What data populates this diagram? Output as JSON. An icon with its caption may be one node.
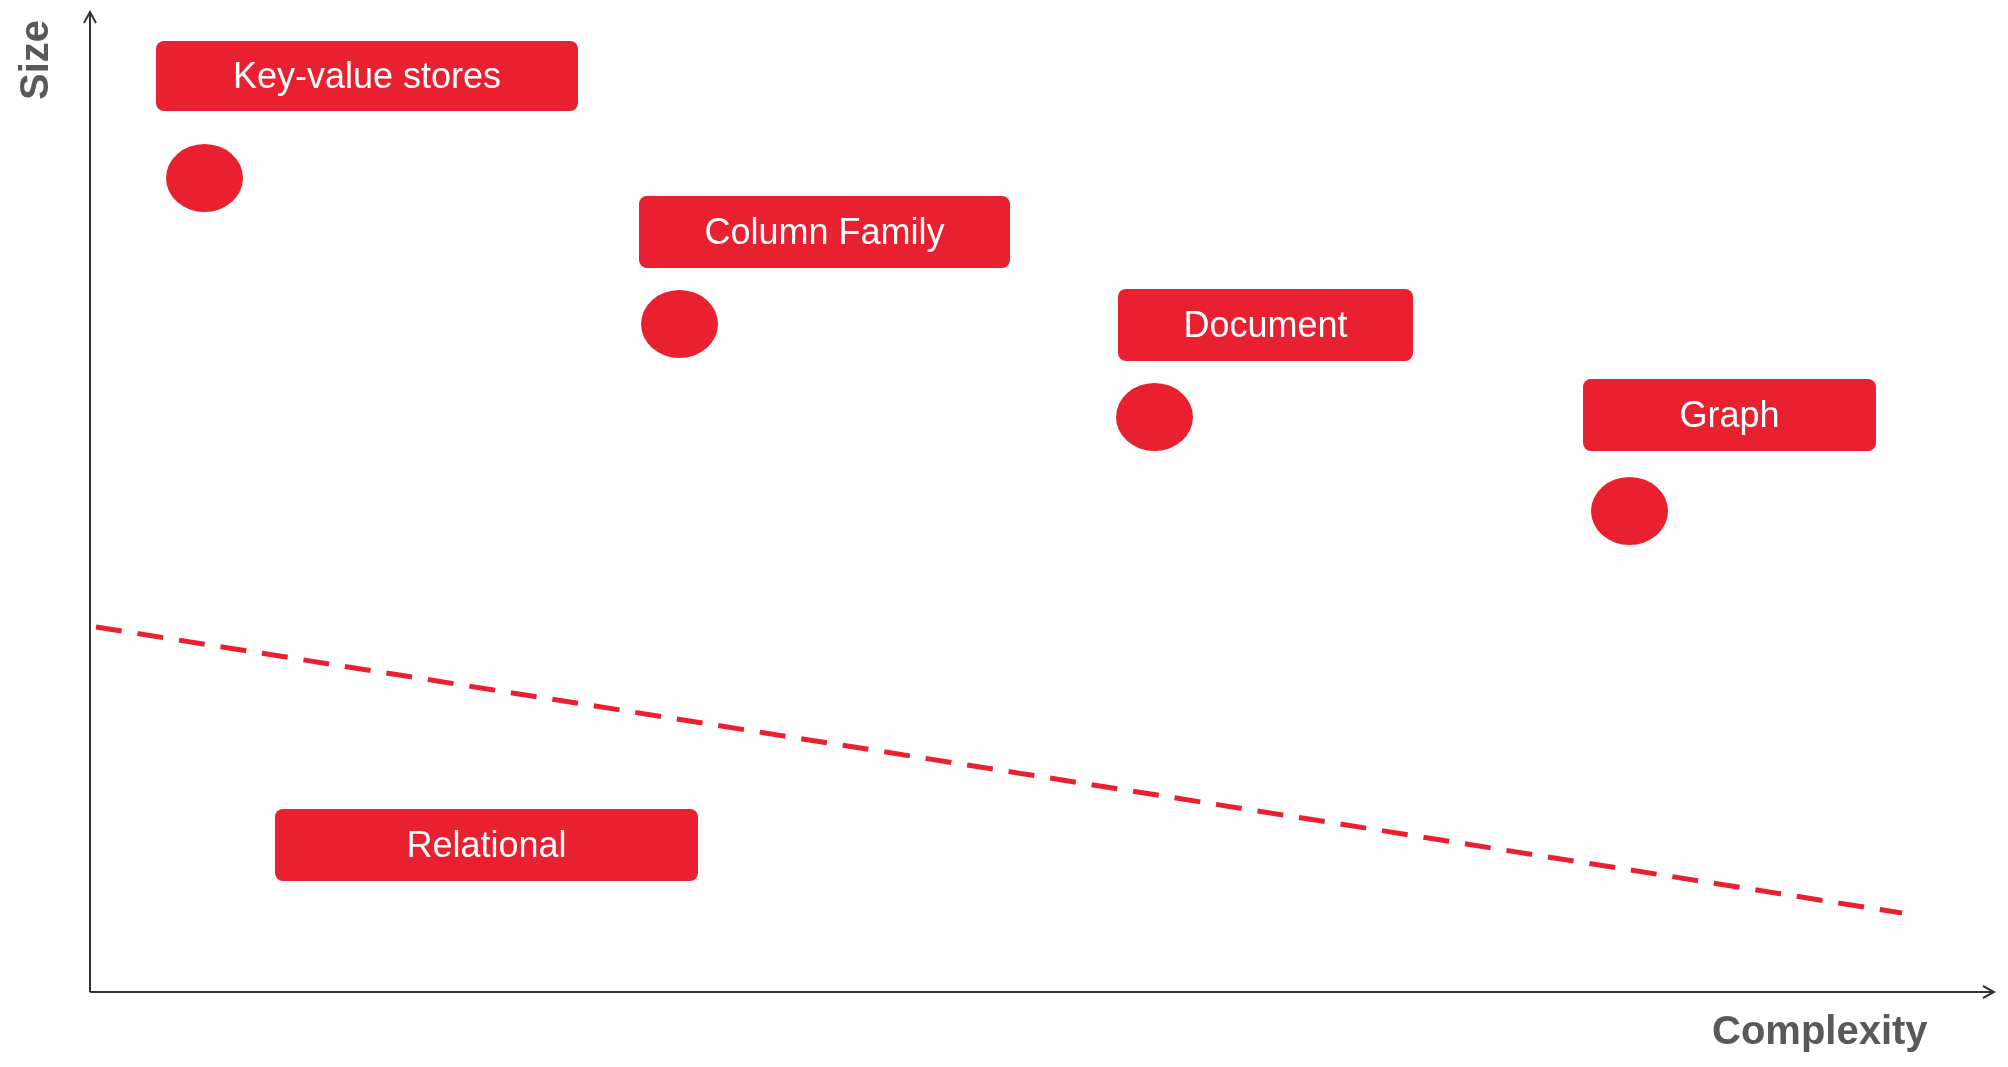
{
  "diagram": {
    "nodes": [
      {
        "text": [
          "Key-value stores"
        ]
      },
      {
        "text": [],
        "shape": "circle"
      },
      {
        "text": [
          "Column Family"
        ]
      },
      {
        "text": [],
        "shape": "circle"
      },
      {
        "text": [
          "Document"
        ]
      },
      {
        "text": [],
        "shape": "circle"
      },
      {
        "text": [
          "Graph"
        ]
      },
      {
        "text": [],
        "shape": "circle"
      },
      {
        "text": [
          "Relational"
        ]
      }
    ],
    "labels": [
      "Size",
      "Complexity"
    ]
  }
}
